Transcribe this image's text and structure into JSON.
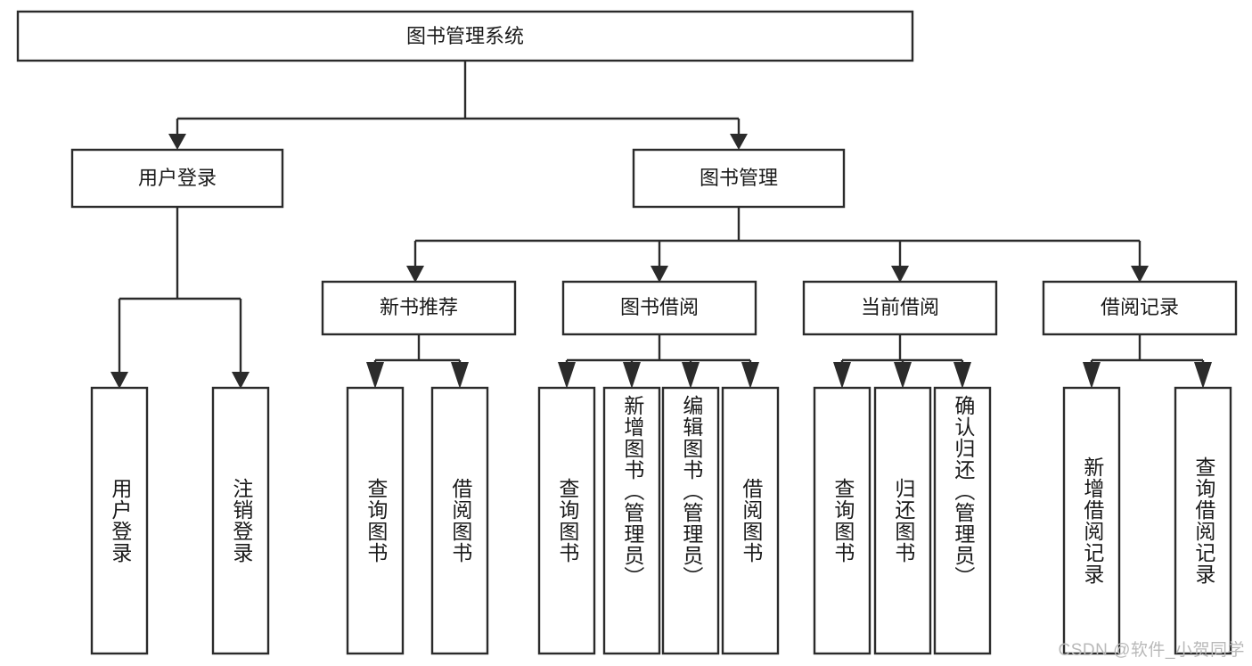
{
  "diagram": {
    "type": "hierarchy-tree",
    "title_node": {
      "label": "图书管理系统"
    },
    "level2": [
      {
        "id": "user-login",
        "label": "用户登录"
      },
      {
        "id": "book-management",
        "label": "图书管理"
      }
    ],
    "level3": [
      {
        "id": "new-book-recommend",
        "label": "新书推荐"
      },
      {
        "id": "book-borrow",
        "label": "图书借阅"
      },
      {
        "id": "current-borrow",
        "label": "当前借阅"
      },
      {
        "id": "borrow-record",
        "label": "借阅记录"
      }
    ],
    "leaves": {
      "user_login": [
        {
          "id": "leaf-user-login",
          "label": "用户登录"
        },
        {
          "id": "leaf-logout-login",
          "label": "注销登录"
        }
      ],
      "new_book_recommend": [
        {
          "id": "leaf-query-book-1",
          "label": "查询图书"
        },
        {
          "id": "leaf-borrow-book-1",
          "label": "借阅图书"
        }
      ],
      "book_borrow": [
        {
          "id": "leaf-query-book-2",
          "label": "查询图书"
        },
        {
          "id": "leaf-add-book",
          "label": "新增图书（管理员）"
        },
        {
          "id": "leaf-edit-book",
          "label": "编辑图书（管理员）"
        },
        {
          "id": "leaf-borrow-book-2",
          "label": "借阅图书"
        }
      ],
      "current_borrow": [
        {
          "id": "leaf-query-book-3",
          "label": "查询图书"
        },
        {
          "id": "leaf-return-book",
          "label": "归还图书"
        },
        {
          "id": "leaf-confirm-return",
          "label": "确认归还（管理员）"
        }
      ],
      "borrow_record": [
        {
          "id": "leaf-add-record",
          "label": "新增借阅记录"
        },
        {
          "id": "leaf-query-record",
          "label": "查询借阅记录"
        }
      ]
    }
  },
  "watermark": {
    "text": "CSDN @软件_小贺同学"
  },
  "colors": {
    "box_stroke": "#2b2b2b",
    "box_fill": "#ffffff",
    "text": "#1a1a1a",
    "watermark": "#b9b9b9",
    "background": "#ffffff"
  }
}
